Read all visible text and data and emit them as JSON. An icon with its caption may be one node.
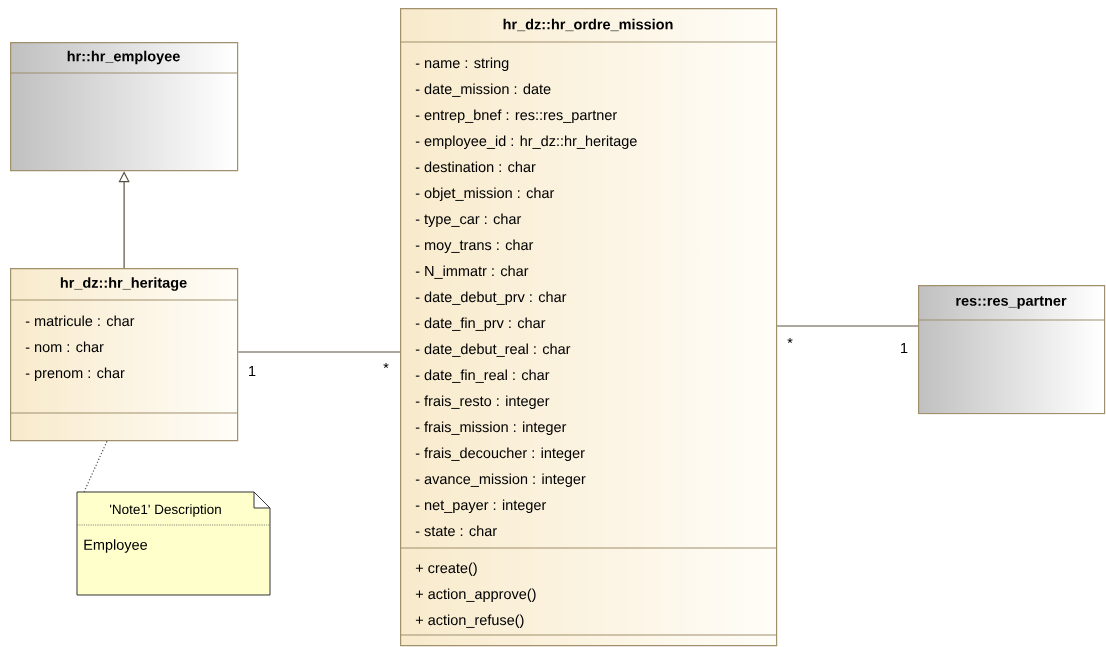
{
  "diagram": {
    "nodes": [
      {
        "text": [
          "hr::hr_employee"
        ]
      },
      {
        "text": [
          "hr_dz::hr_heritage",
          "- matricule : char",
          "- nom : char",
          "- prenom : char"
        ]
      },
      {
        "text": [
          "hr_dz::hr_ordre_mission",
          "- name : string",
          "- date_mission : date",
          "- entrep_bnef : res::res_partner",
          "- employee_id : hr_dz::hr_heritage",
          "- destination : char",
          "- objet_mission : char",
          "- type_car : char",
          "- moy_trans : char",
          "- N_immatr : char",
          "- date_debut_prv : char",
          "- date_fin_prv : char",
          "- date_debut_real : char",
          "- date_fin_real : char",
          "- frais_resto : integer",
          "- frais_mission : integer",
          "- frais_decoucher : integer",
          "- avance_mission : integer",
          "- net_payer : integer",
          "- state : char",
          "+ create()",
          "+ action_approve()",
          "+ action_refuse()"
        ]
      },
      {
        "text": [
          "res::res_partner"
        ]
      },
      {
        "text": [
          "'Note1' Description",
          "Employee"
        ]
      }
    ],
    "edges": [
      {
        "from": 1,
        "to": 0,
        "arrow": "to"
      },
      {
        "from": 1,
        "to": 2,
        "arrow": "none"
      },
      {
        "from": 2,
        "to": 3,
        "arrow": "none"
      },
      {
        "from": 4,
        "to": 1,
        "arrow": "none",
        "style": "dashed"
      }
    ],
    "labels": [
      "1",
      "*",
      "*",
      "1"
    ]
  }
}
